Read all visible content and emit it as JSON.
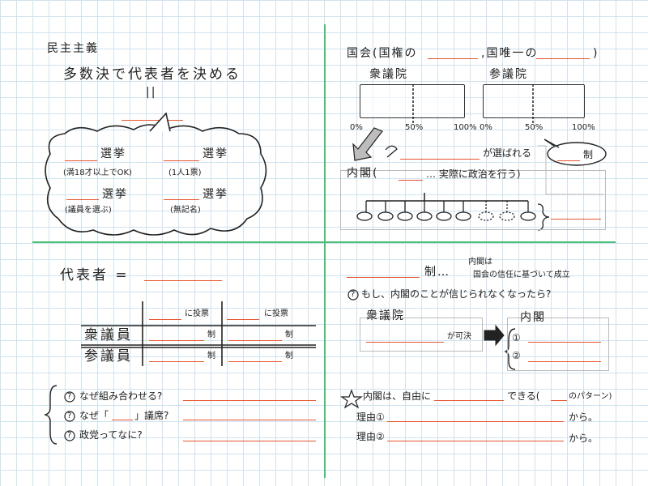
{
  "q1": {
    "title": "民主主義",
    "line1": "多数決で代表者を決める",
    "equals_mark": "||",
    "cloud": {
      "e1_kanji": "選挙",
      "e1_note": "(満18才以上でOK)",
      "e2_kanji": "選挙",
      "e2_note": "(1人1票)",
      "e3_kanji": "選挙",
      "e3_note": "(議員を選ぶ)",
      "e4_kanji": "選挙",
      "e4_note": "(無記名)"
    }
  },
  "q2": {
    "kokkai": "国会(国権の",
    "kokkai_mid": ",国唯一の",
    "kokkai_end": ")",
    "shugiin": "衆議院",
    "sangiin": "参議院",
    "scale1": [
      "0%",
      "50%",
      "100%"
    ],
    "scale2": [
      "0%",
      "50%",
      "100%"
    ],
    "arrow_note": "ヲ",
    "chosen": "が選ばれる",
    "bubble_suffix": "制",
    "naikaku": "内閣(",
    "naikaku_rest": "… 実際に政治を行う)"
  },
  "q3": {
    "daihyo": "代表者 =",
    "col1": "に投票",
    "col2": "に投票",
    "row1": "衆議員",
    "row2": "参議員",
    "sei": "制",
    "q_a": "なぜ組み合わせる?",
    "q_b_pre": "なぜ「",
    "q_b_post": "」議席?",
    "q_c": "政党ってなに?",
    "qmark": "?"
  },
  "q4": {
    "sei_line": "制…",
    "sei_note1": "内閣は",
    "sei_note2": "国会の信任に基づいて成立",
    "question": "もし、内閣のことが信じられなくなったら?",
    "shugiin": "衆議院",
    "kaketsu": "が可決",
    "naikaku": "内閣",
    "opt1": "①",
    "opt2": "②",
    "star": "☆",
    "free_pre": "内閣は、自由に",
    "free_mid": "できる(",
    "free_end": "のパターン)",
    "reason1": "理由①",
    "reason2": "理由②",
    "kara": "から。"
  },
  "colors": {
    "accent": "#e8552f",
    "divider": "#4cbf77",
    "grid": "#cfe3f0"
  }
}
